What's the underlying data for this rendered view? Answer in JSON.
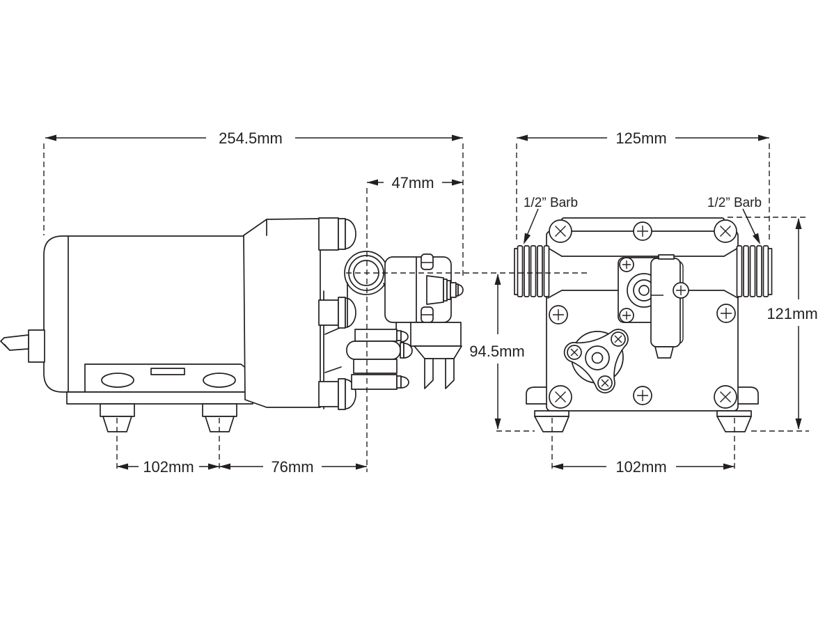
{
  "page": {
    "background": "#ffffff",
    "line_color": "#231f20",
    "description": "Two-view dimensional line drawing of a diaphragm pump: side view (left) and front/port view (right)"
  },
  "side_view": {
    "dims": {
      "overall_length": "254.5mm",
      "port_to_end": "47mm",
      "foot_spacing": "102mm",
      "foot_to_port": "76mm"
    }
  },
  "front_view": {
    "dims": {
      "overall_width": "125mm",
      "overall_height": "121mm",
      "centerline_height": "94.5mm",
      "foot_spacing": "102mm"
    },
    "labels": {
      "left_port": "1/2” Barb",
      "right_port": "1/2” Barb"
    }
  }
}
